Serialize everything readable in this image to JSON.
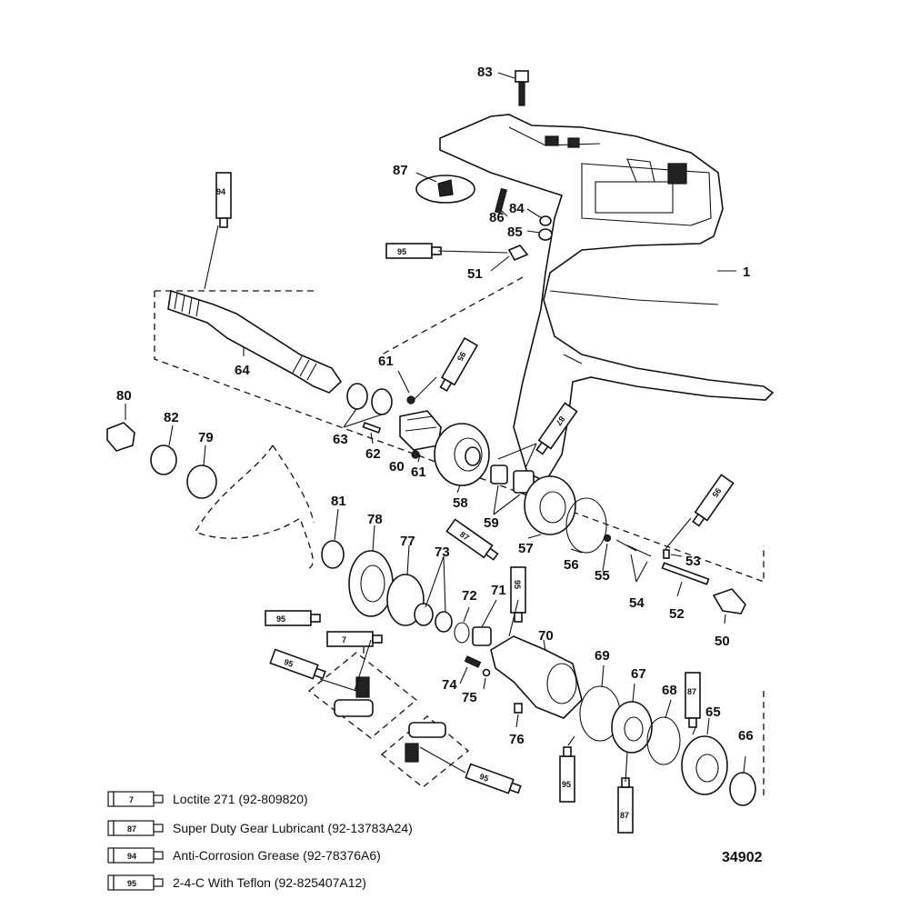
{
  "figure_number": "34902",
  "part_numbers": {
    "p1": "1",
    "p50": "50",
    "p51": "51",
    "p52": "52",
    "p53": "53",
    "p54": "54",
    "p55": "55",
    "p56": "56",
    "p57": "57",
    "p58": "58",
    "p59": "59",
    "p60": "60",
    "p61a": "61",
    "p61b": "61",
    "p62": "62",
    "p63": "63",
    "p64": "64",
    "p65": "65",
    "p66": "66",
    "p67": "67",
    "p68": "68",
    "p69": "69",
    "p70": "70",
    "p71": "71",
    "p72": "72",
    "p73": "73",
    "p74": "74",
    "p75": "75",
    "p76": "76",
    "p77": "77",
    "p78": "78",
    "p79": "79",
    "p80": "80",
    "p81": "81",
    "p82": "82",
    "p83": "83",
    "p84": "84",
    "p85": "85",
    "p86": "86",
    "p87": "87"
  },
  "tube_codes": {
    "t94": "94",
    "t95a": "95",
    "t95b": "95",
    "t95c": "95",
    "t95d": "95",
    "t95e": "95",
    "t95f": "95",
    "t95g": "95",
    "t95h": "95",
    "t87a": "87",
    "t87b": "87",
    "t87c": "87",
    "t87d": "87",
    "t7": "7"
  },
  "legend": [
    {
      "code": "7",
      "text": "Loctite 271 (92-809820)"
    },
    {
      "code": "87",
      "text": "Super Duty Gear Lubricant (92-13783A24)"
    },
    {
      "code": "94",
      "text": "Anti-Corrosion Grease (92-78376A6)"
    },
    {
      "code": "95",
      "text": "2-4-C With Teflon (92-825407A12)"
    }
  ]
}
